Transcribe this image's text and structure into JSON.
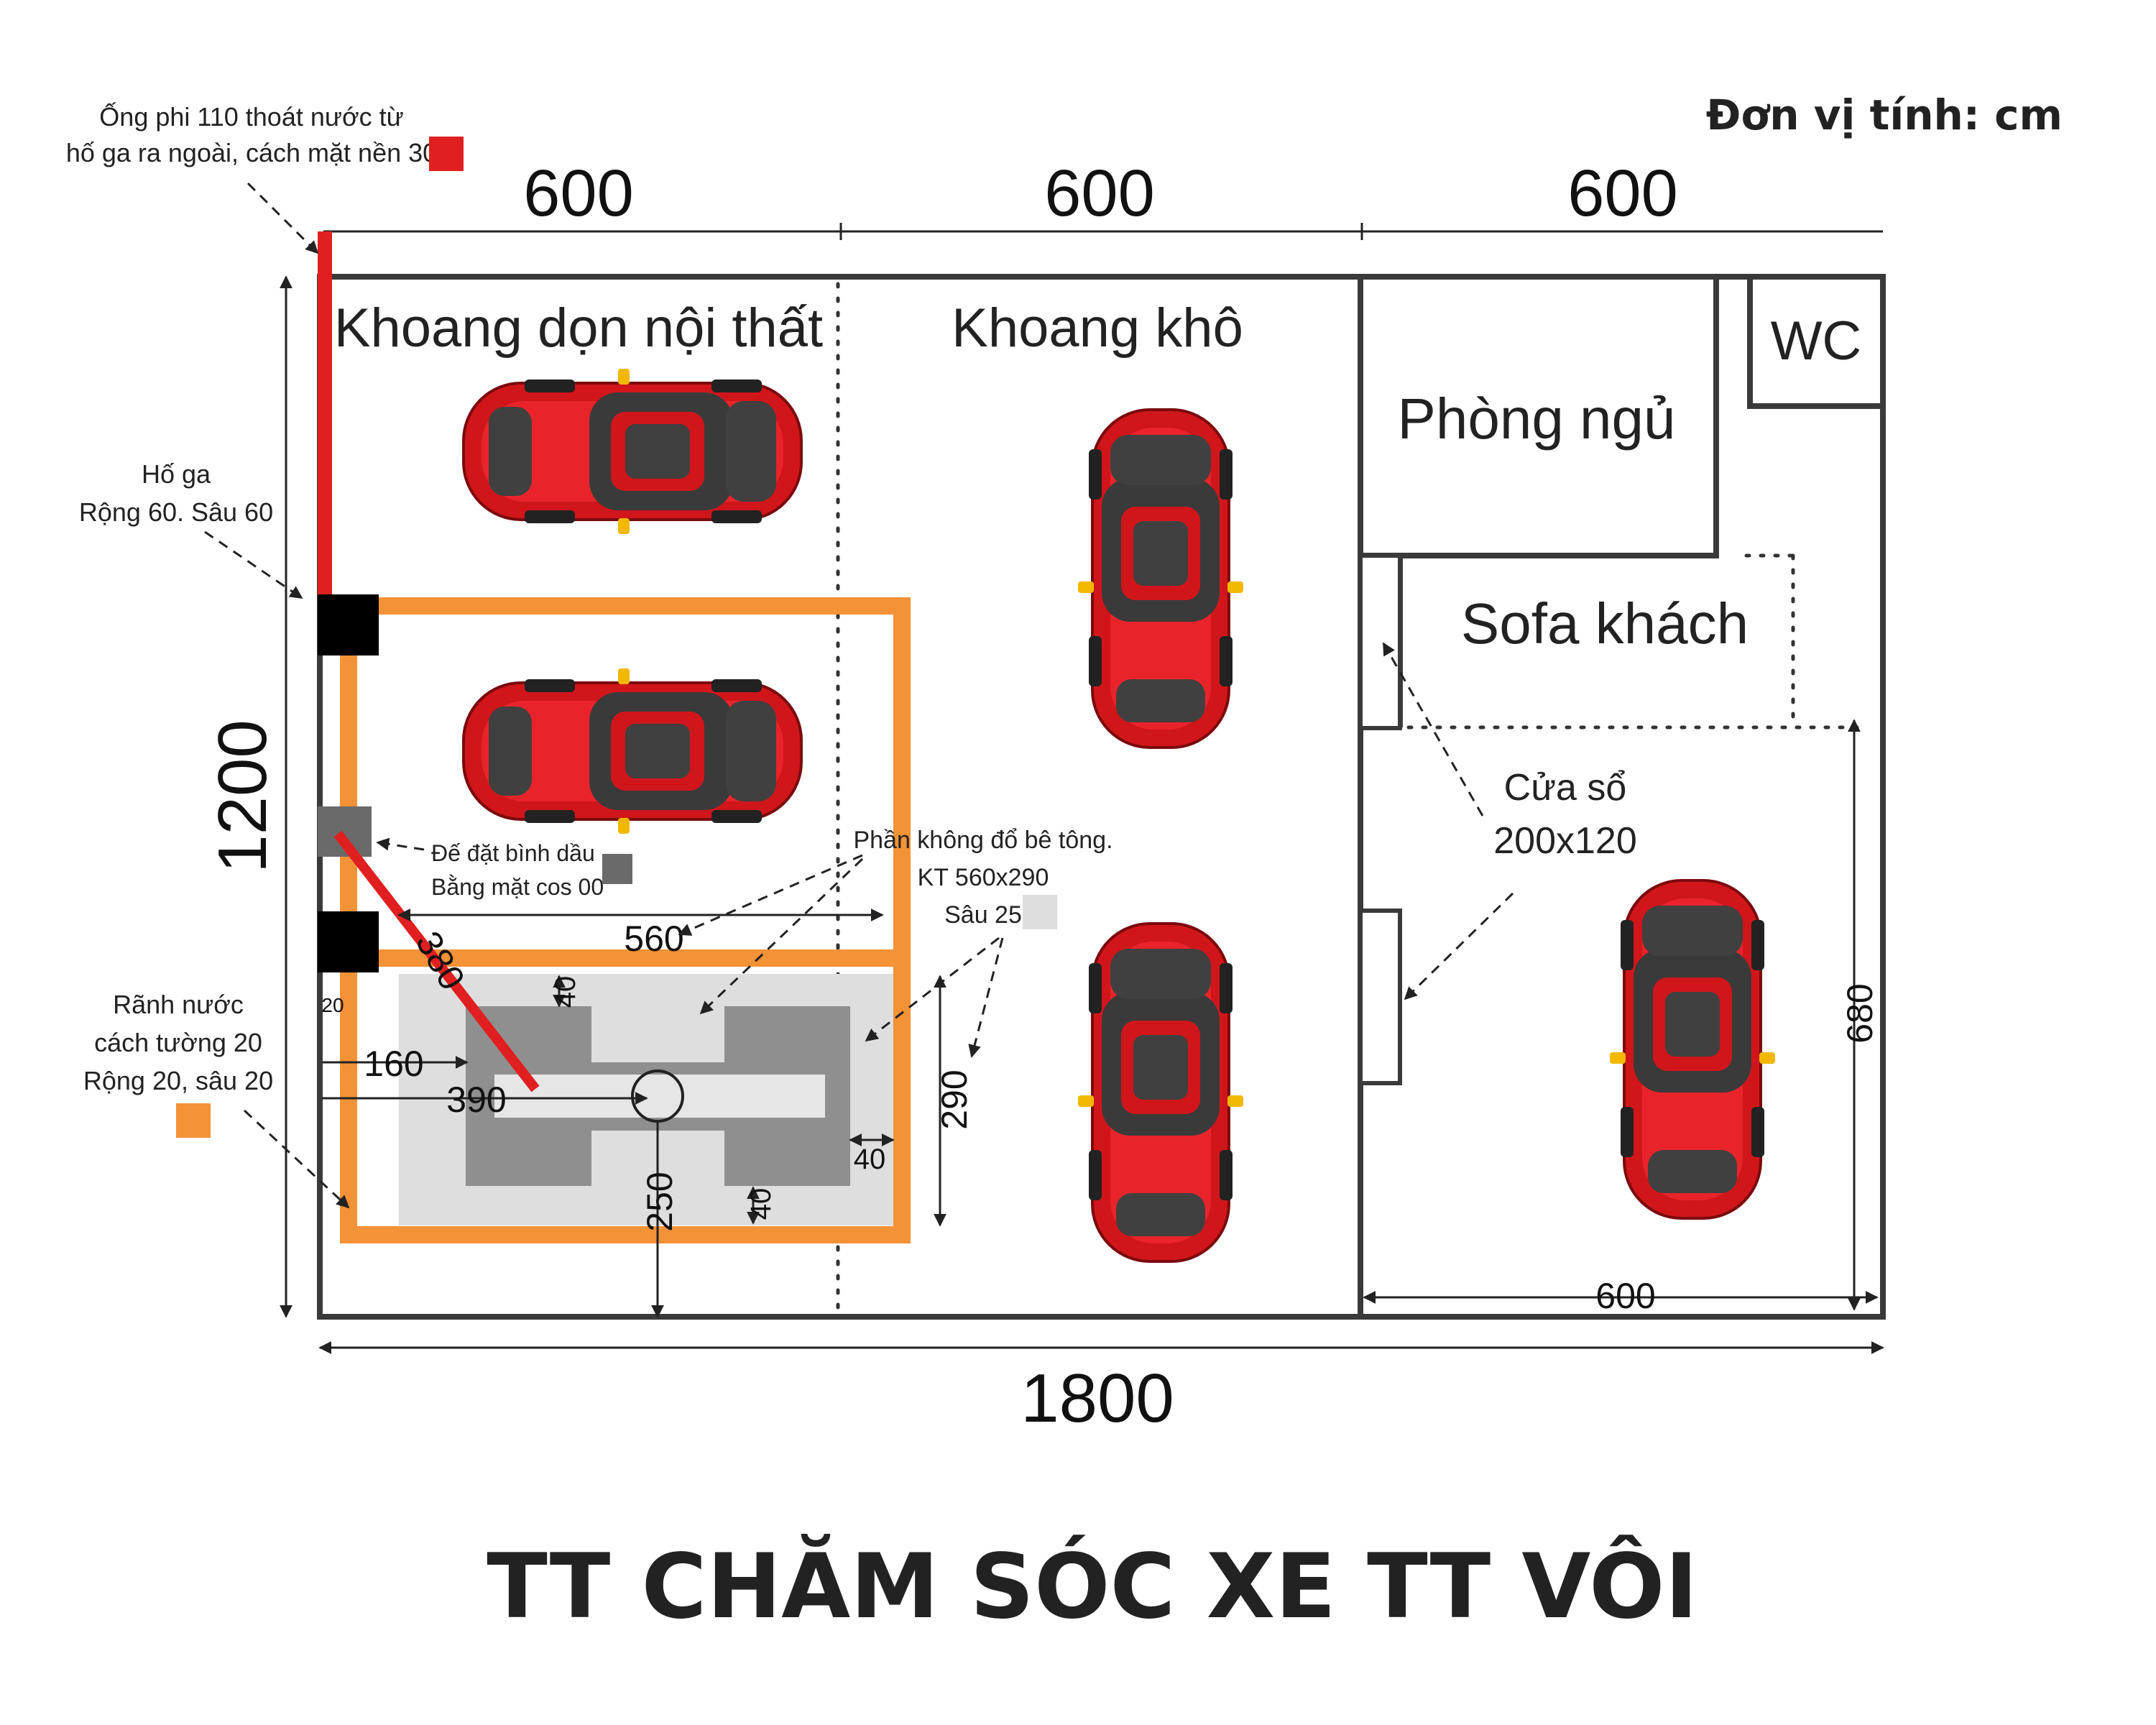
{
  "unit_label": "Đơn vị tính: cm",
  "title": "TT CHĂM SÓC XE TT VÔI",
  "dimensions": {
    "top_left": "600",
    "top_mid": "600",
    "top_right": "600",
    "left_height": "1200",
    "bottom_total": "1800",
    "pit_width": "560",
    "dim_380": "380",
    "dim_160": "160",
    "dim_390": "390",
    "dim_290": "290",
    "dim_250": "250",
    "dim_40_top": "40",
    "dim_40_right": "40",
    "dim_40_bottom": "40",
    "dim_20": "20",
    "room_width": "600",
    "room_height": "680"
  },
  "rooms": {
    "bay_interior": "Khoang dọn nội thất",
    "bay_dry": "Khoang khô",
    "bedroom": "Phòng ngủ",
    "wc": "WC",
    "sofa": "Sofa khách"
  },
  "notes": {
    "pipe_line1": "Ống phi 110 thoát nước từ",
    "pipe_line2": "hố ga ra ngoài, cách mặt nền 30",
    "pit_line1": "Hố ga",
    "pit_line2": "Rộng 60. Sâu 60",
    "oil_line1": "Đế đặt bình dầu",
    "oil_line2": "Bằng mặt cos 00",
    "concrete_line1": "Phần không đổ bê tông.",
    "concrete_line2": "KT 560x290",
    "concrete_line3": "Sâu 25",
    "drain_line1": "Rãnh nước",
    "drain_line2": "cách tường 20",
    "drain_line3": "Rộng 20, sâu 20",
    "window_line1": "Cửa sổ",
    "window_line2": "200x120"
  },
  "colors": {
    "pipe": "#e02020",
    "drain": "#f39236",
    "car_body": "#d0161b",
    "car_dark": "#9a0b0f",
    "wall": "#3a3a3a",
    "pit_area": "#dedede",
    "lift_plate": "#8f8f8f",
    "oil_base": "#6a6a6a",
    "manhole": "#000000"
  }
}
